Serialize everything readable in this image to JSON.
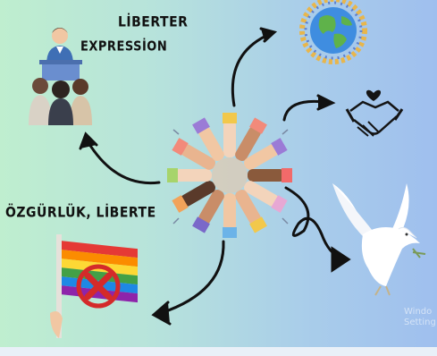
{
  "labels": {
    "liberter": "LİBERTER",
    "expression": "EXPRESSİON",
    "ozgurluk": "ÖZGÜRLÜK, LİBERTE"
  },
  "watermark": "Windo\nSetting",
  "icons": {
    "speaker": "speaker-podium-icon",
    "globe": "globe-people-icon",
    "handshake": "handshake-heart-icon",
    "hands": "hands-circle-icon",
    "dove": "dove-icon",
    "flag": "rainbow-flag-icon"
  },
  "colors": {
    "bg_left": "#bfeecf",
    "bg_right": "#9fbfee",
    "ink": "#111111",
    "forbidden": "#d42a2a"
  }
}
